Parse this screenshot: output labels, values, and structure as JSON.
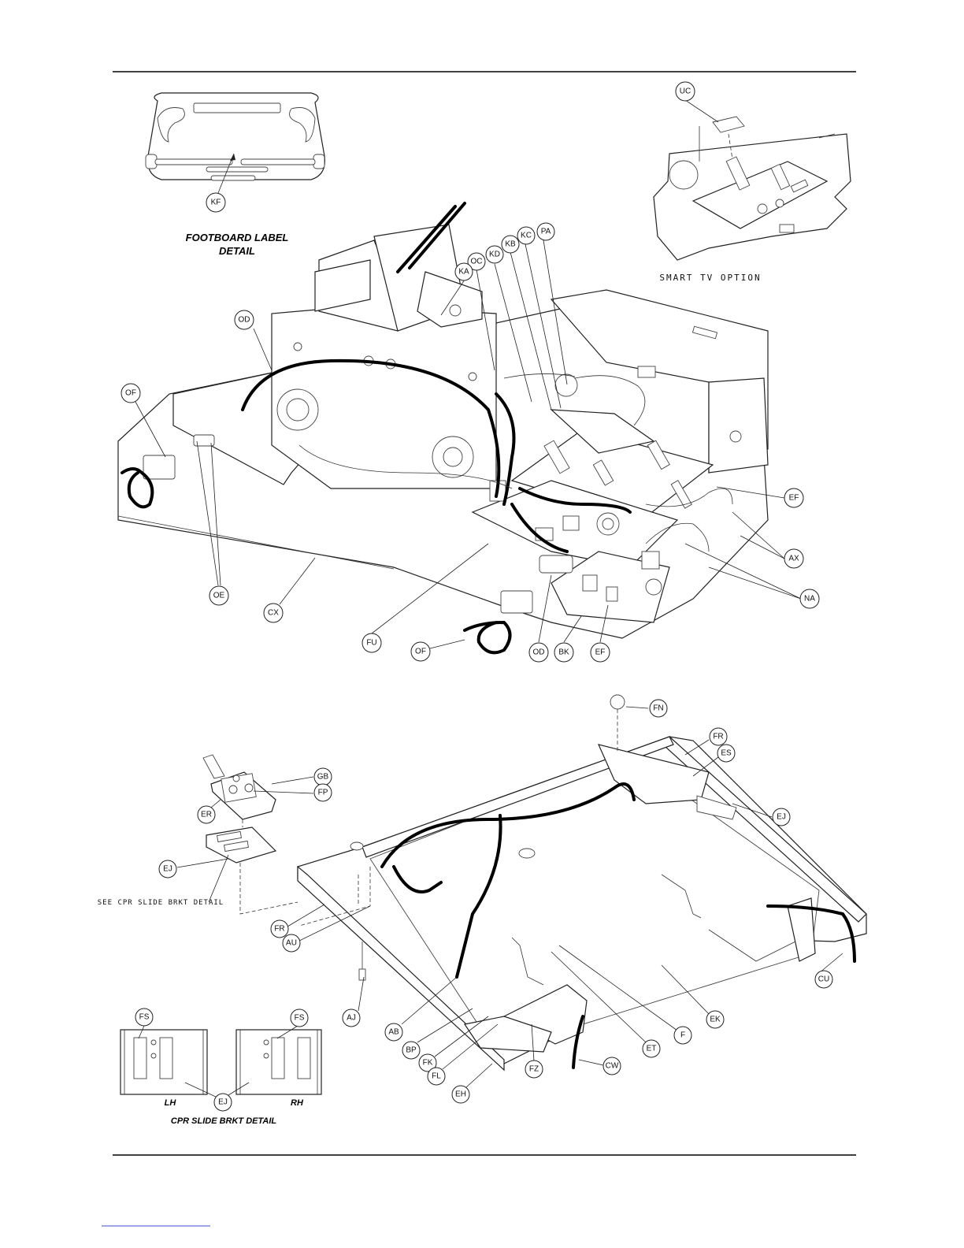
{
  "captions": {
    "footboard_line1": "FOOTBOARD LABEL",
    "footboard_line2": "DETAIL",
    "smart_tv": "SMART TV OPTION",
    "cpr_detail": "CPR SLIDE BRKT DETAIL",
    "see_cpr": "SEE CPR SLIDE BRKT DETAIL",
    "lh": "LH",
    "rh": "RH"
  },
  "callouts": {
    "kf": "KF",
    "uc": "UC",
    "oc_top": "OC",
    "kd": "KD",
    "kb": "KB",
    "kc": "KC",
    "pa": "PA",
    "ka": "KA",
    "od_top": "OD",
    "of_left": "OF",
    "oe": "OE",
    "cx": "CX",
    "fu": "FU",
    "of_bottom": "OF",
    "od_bottom": "OD",
    "bk": "BK",
    "ef_bottom": "EF",
    "ef_right": "EF",
    "ax": "AX",
    "na": "NA",
    "fn": "FN",
    "fr_top": "FR",
    "es": "ES",
    "ej_right": "EJ",
    "gb": "GB",
    "fp": "FP",
    "er": "ER",
    "ej_left": "EJ",
    "fr_left": "FR",
    "au": "AU",
    "aj": "AJ",
    "ab": "AB",
    "bp": "BP",
    "fk": "FK",
    "fl": "FL",
    "eh": "EH",
    "fz": "FZ",
    "cw": "CW",
    "et": "ET",
    "f": "F",
    "ek": "EK",
    "cu": "CU",
    "fs_lh": "FS",
    "fs_rh": "FS",
    "ej_detail": "EJ"
  }
}
